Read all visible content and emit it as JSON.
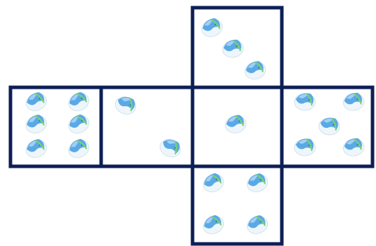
{
  "diagram": {
    "type": "cube-net",
    "border_color": "#0d1f55",
    "background": "#ffffff",
    "pip": {
      "icon": "blue-green-capsule-icon",
      "cap_color": "#5aa9e6",
      "cap_light": "#a9d4f5",
      "body_color": "#eef6fb",
      "stripe_color": "#7cd36b"
    },
    "faces": [
      {
        "name": "top",
        "pips": 3
      },
      {
        "name": "left-outer",
        "pips": 6
      },
      {
        "name": "left-inner",
        "pips": 2
      },
      {
        "name": "center",
        "pips": 1
      },
      {
        "name": "right",
        "pips": 5
      },
      {
        "name": "bottom",
        "pips": 4
      }
    ]
  }
}
